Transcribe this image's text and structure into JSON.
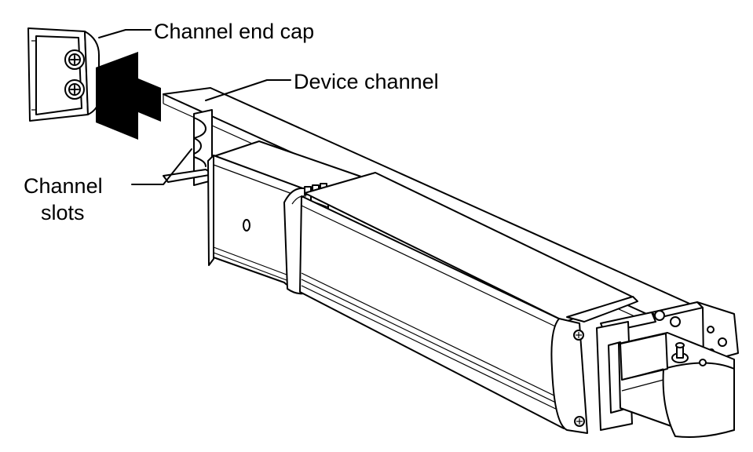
{
  "labels": {
    "end_cap": "Channel end cap",
    "device_channel": "Device channel",
    "slots_line1": "Channel",
    "slots_line2": "slots"
  },
  "colors": {
    "line": "#000000",
    "background": "#ffffff",
    "shade": "#d9d9d9"
  }
}
